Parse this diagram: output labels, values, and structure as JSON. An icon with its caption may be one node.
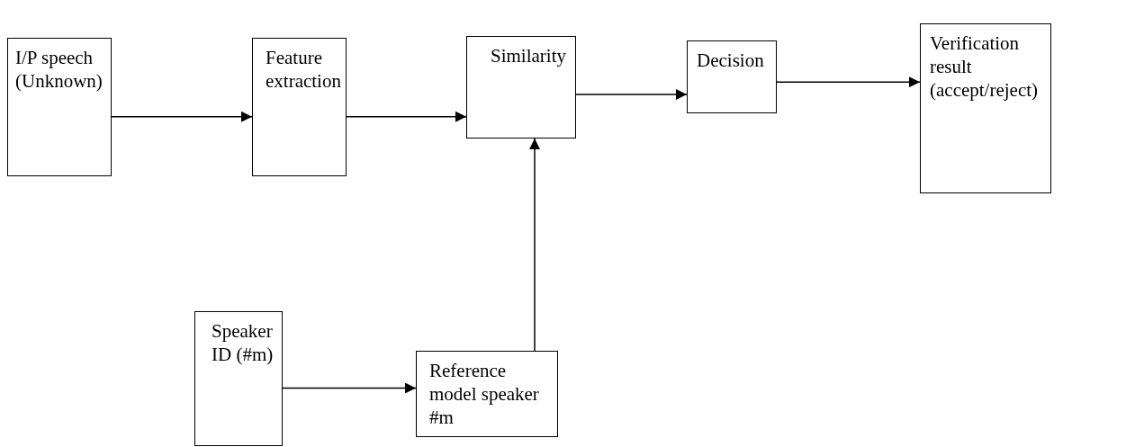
{
  "diagram": {
    "nodes": [
      {
        "text": [
          "I/P speech (Unknown)"
        ]
      },
      {
        "text": [
          "Feature extraction"
        ]
      },
      {
        "text": [
          "Similarity"
        ]
      },
      {
        "text": [
          "Decision"
        ]
      },
      {
        "text": [
          "Verification result (accept/reject)"
        ]
      },
      {
        "text": [
          "Speaker ID (#m)"
        ]
      },
      {
        "text": [
          "Reference model speaker #m"
        ]
      }
    ],
    "edges": [
      {
        "from": 0,
        "to": 1,
        "arrow": "to"
      },
      {
        "from": 1,
        "to": 2,
        "arrow": "to"
      },
      {
        "from": 2,
        "to": 3,
        "arrow": "to"
      },
      {
        "from": 3,
        "to": 4,
        "arrow": "to"
      },
      {
        "from": 6,
        "to": 2,
        "arrow": "to"
      },
      {
        "from": 5,
        "to": 6,
        "arrow": "to"
      }
    ]
  }
}
